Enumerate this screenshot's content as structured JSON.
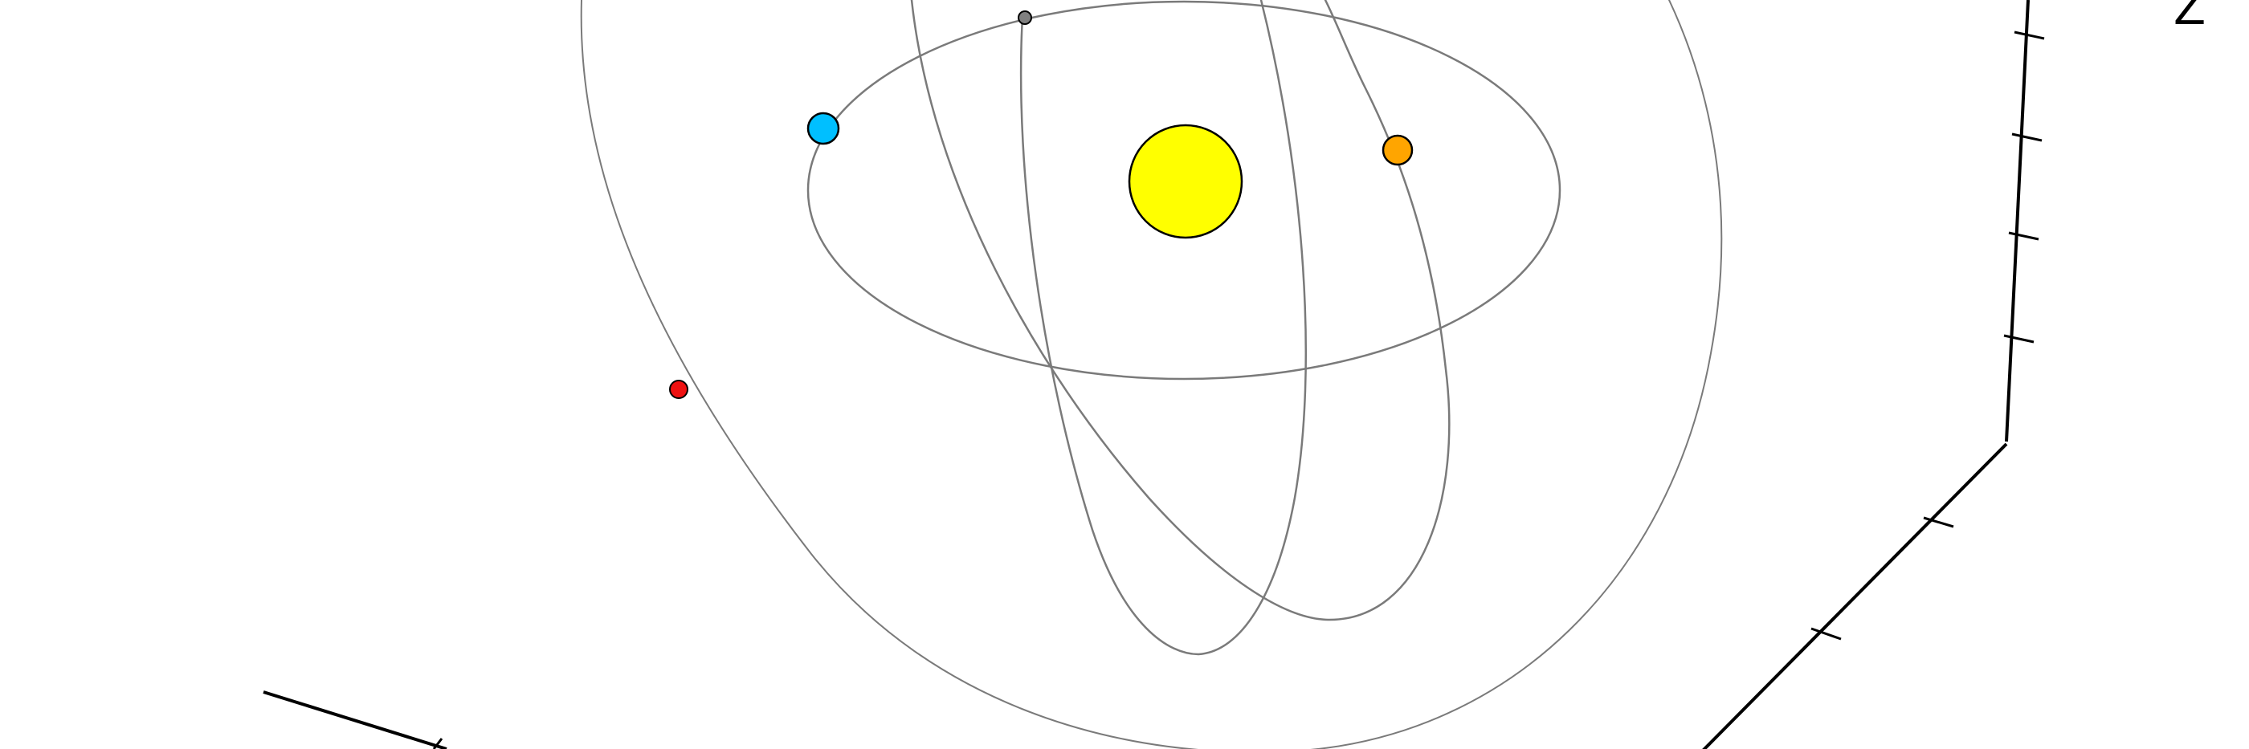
{
  "figure": {
    "background": "#ffffff",
    "orbit_color": "#7a7a7a"
  },
  "axes": {
    "z_axis": {
      "label": "Z",
      "tick_count": 4
    },
    "right_floor_axis": {
      "tick_count": 2
    },
    "left_floor_axis": {
      "tick_count": 1
    }
  },
  "orbits": [
    {
      "name": "inner-orbit-horizontal"
    },
    {
      "name": "inner-orbit-tilted-a"
    },
    {
      "name": "inner-orbit-tilted-b"
    },
    {
      "name": "outer-orbit"
    }
  ],
  "bodies": [
    {
      "name": "sun",
      "color": "#ffff00"
    },
    {
      "name": "blue-planet",
      "color": "#00bfff"
    },
    {
      "name": "orange-planet",
      "color": "#ffa500"
    },
    {
      "name": "gray-planet",
      "color": "#808080"
    },
    {
      "name": "red-planet",
      "color": "#ee1111"
    }
  ]
}
